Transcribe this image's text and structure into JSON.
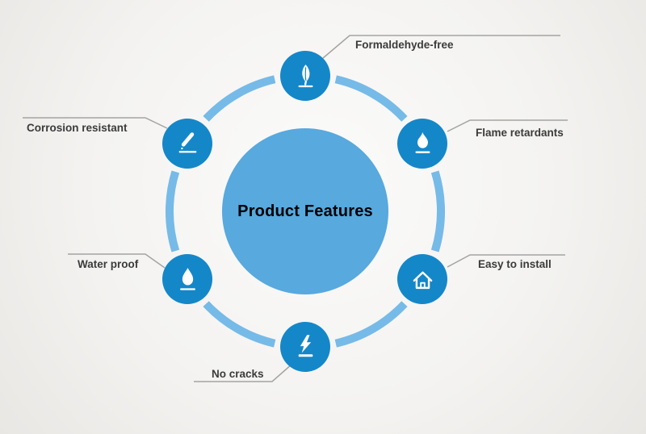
{
  "center": {
    "title": "Product Features"
  },
  "features": [
    {
      "id": "formaldehyde-free",
      "label": "Formaldehyde-free",
      "icon": "leaf-icon"
    },
    {
      "id": "flame-retardants",
      "label": "Flame retardants",
      "icon": "flame-icon"
    },
    {
      "id": "easy-to-install",
      "label": "Easy to install",
      "icon": "house-icon"
    },
    {
      "id": "no-cracks",
      "label": "No cracks",
      "icon": "lightning-icon"
    },
    {
      "id": "water-proof",
      "label": "Water proof",
      "icon": "water-drop-icon"
    },
    {
      "id": "corrosion-resistant",
      "label": "Corrosion resistant",
      "icon": "test-tube-icon"
    }
  ],
  "colors": {
    "icon_circle": "#1487c9",
    "center_circle": "#57a9de",
    "ring_arc": "#76bae8",
    "leader_line": "#a3a3a3",
    "label_text": "#3b3b3b"
  }
}
